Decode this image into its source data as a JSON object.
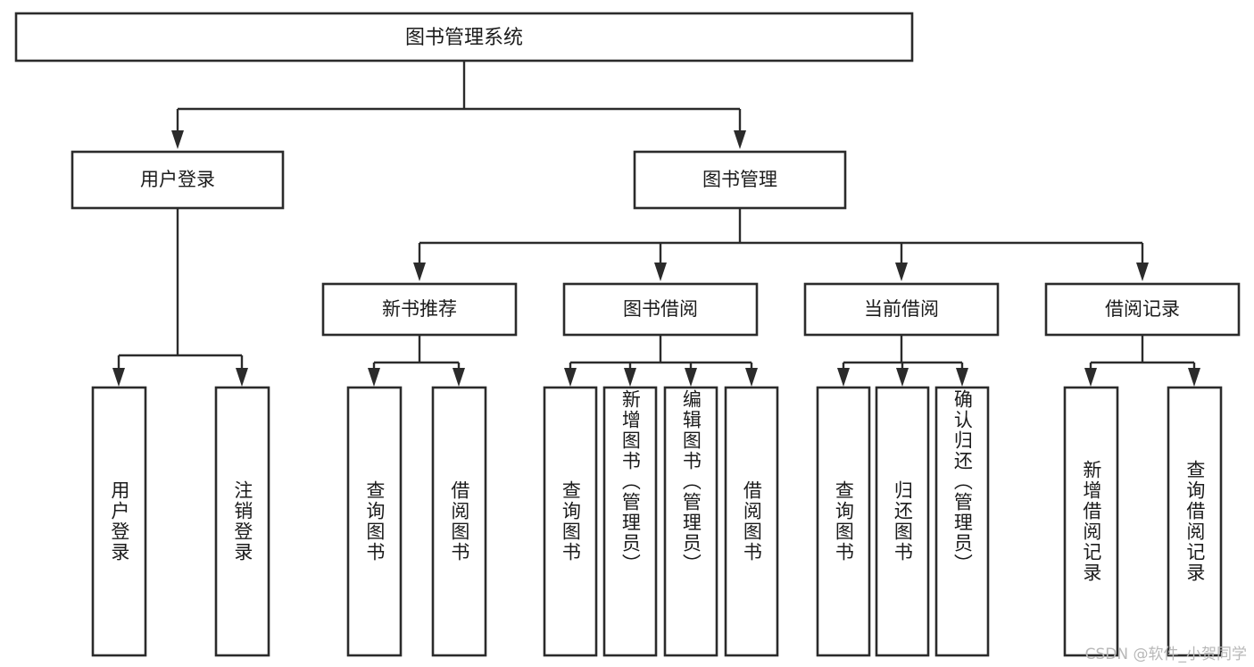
{
  "diagram": {
    "type": "tree-hierarchy",
    "title": "图书管理系统",
    "orientation": "top-down",
    "colors": {
      "box_stroke": "#2b2b2b",
      "box_fill": "#ffffff",
      "text": "#1b1b1b",
      "background": "#ffffff",
      "watermark": "#b8b8b8"
    },
    "root": {
      "label": "图书管理系统"
    },
    "level2": [
      {
        "label": "用户登录"
      },
      {
        "label": "图书管理"
      }
    ],
    "level3": [
      {
        "label": "新书推荐"
      },
      {
        "label": "图书借阅"
      },
      {
        "label": "当前借阅"
      },
      {
        "label": "借阅记录"
      }
    ],
    "leaves": {
      "user_login": [
        {
          "label": "用户登录"
        },
        {
          "label": "注销登录"
        }
      ],
      "new_book": [
        {
          "label": "查询图书"
        },
        {
          "label": "借阅图书"
        }
      ],
      "book_borrow": [
        {
          "label": "查询图书"
        },
        {
          "label": "新增图书（管理员）"
        },
        {
          "label": "编辑图书（管理员）"
        },
        {
          "label": "借阅图书"
        }
      ],
      "current_borrow": [
        {
          "label": "查询图书"
        },
        {
          "label": "归还图书"
        },
        {
          "label": "确认归还（管理员）"
        }
      ],
      "borrow_record": [
        {
          "label": "新增借阅记录"
        },
        {
          "label": "查询借阅记录"
        }
      ]
    }
  },
  "watermark": {
    "text": "CSDN @软件_小贺同学"
  }
}
